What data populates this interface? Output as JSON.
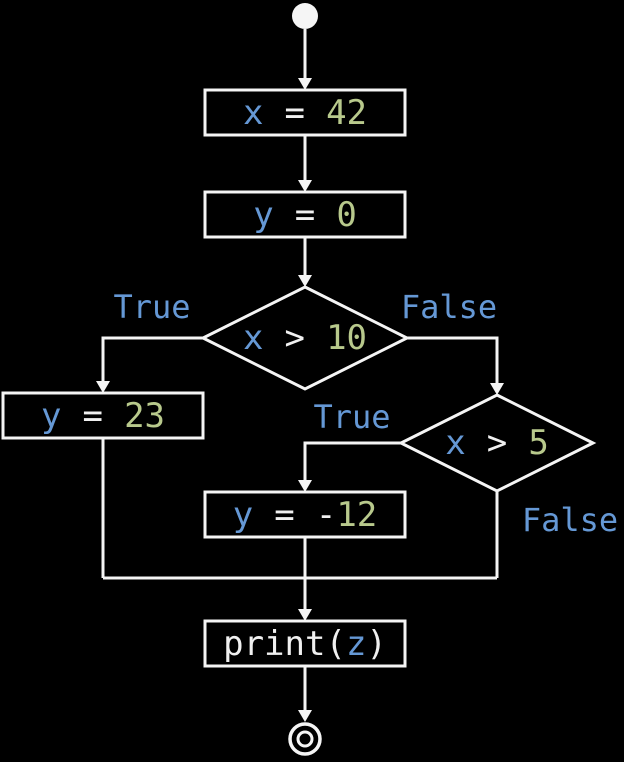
{
  "diagram": {
    "type": "flowchart",
    "colors": {
      "background": "#000000",
      "stroke": "#f5f5f5",
      "variable": "#6598d5",
      "number": "#b8c98c",
      "operator": "#f0f0f0",
      "branch_label": "#6598d5"
    },
    "nodes": {
      "assign_x": {
        "var": "x",
        "op": "=",
        "value": "42"
      },
      "assign_y0": {
        "var": "y",
        "op": "=",
        "value": "0"
      },
      "cond_x_gt_10": {
        "var": "x",
        "op": ">",
        "value": "10"
      },
      "assign_y23": {
        "var": "y",
        "op": "=",
        "value": "23"
      },
      "cond_x_gt_5": {
        "var": "x",
        "op": ">",
        "value": "5"
      },
      "assign_y_neg12": {
        "var": "y",
        "op": "=",
        "minus": "-",
        "value": "12"
      },
      "print_z": {
        "func": "print",
        "open": "(",
        "arg": "z",
        "close": ")"
      }
    },
    "branch_labels": {
      "cond1_true": "True",
      "cond1_false": "False",
      "cond2_true": "True",
      "cond2_false": "False"
    }
  }
}
